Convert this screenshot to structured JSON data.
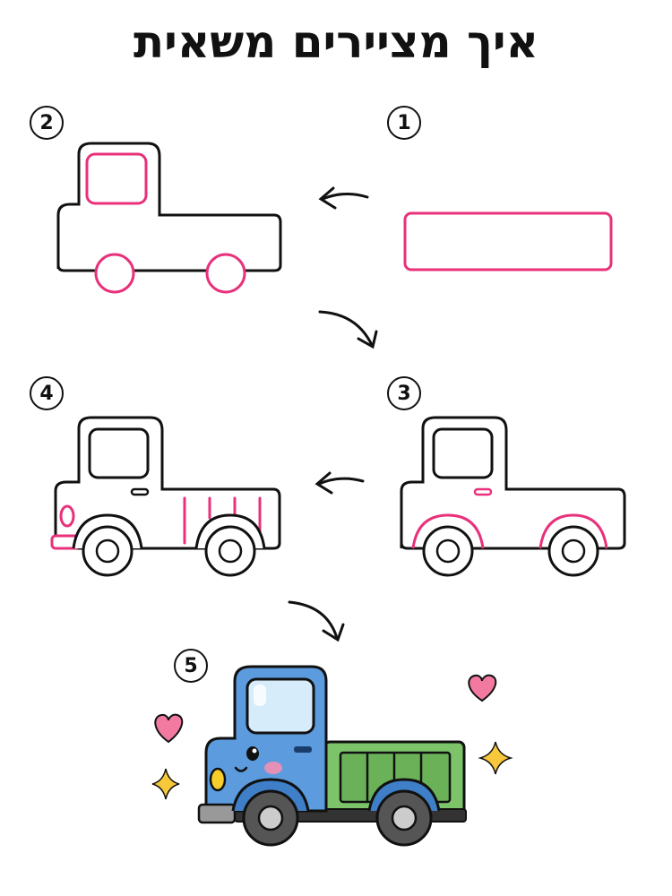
{
  "title": "איך מציירים משאית",
  "steps": [
    {
      "number": "1"
    },
    {
      "number": "2"
    },
    {
      "number": "3"
    },
    {
      "number": "4"
    },
    {
      "number": "5"
    }
  ],
  "colors": {
    "outline": "#111111",
    "highlight": "#e8317a",
    "truck_cab": "#5b9bde",
    "truck_bed": "#7cc36a",
    "window": "#d7ecfa",
    "headlight": "#f6cd2a",
    "heart": "#f27aa0",
    "sparkle": "#f7c93a",
    "wheel": "#666666",
    "bumper": "#999999"
  },
  "icons": [
    "arrow-left-icon",
    "arrow-curve-down-icon",
    "heart-icon",
    "sparkle-icon"
  ]
}
